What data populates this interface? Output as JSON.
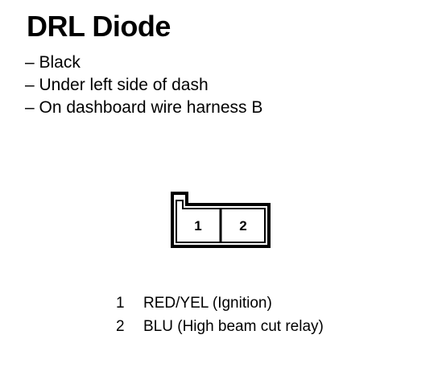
{
  "title": "DRL Diode",
  "notes": [
    "– Black",
    "– Under left side of dash",
    "– On dashboard wire harness B"
  ],
  "connector": {
    "pins": [
      "1",
      "2"
    ]
  },
  "pin_assignments": [
    {
      "pin": "1",
      "wire": "RED/YEL (Ignition)"
    },
    {
      "pin": "2",
      "wire": "BLU (High beam cut relay)"
    }
  ]
}
